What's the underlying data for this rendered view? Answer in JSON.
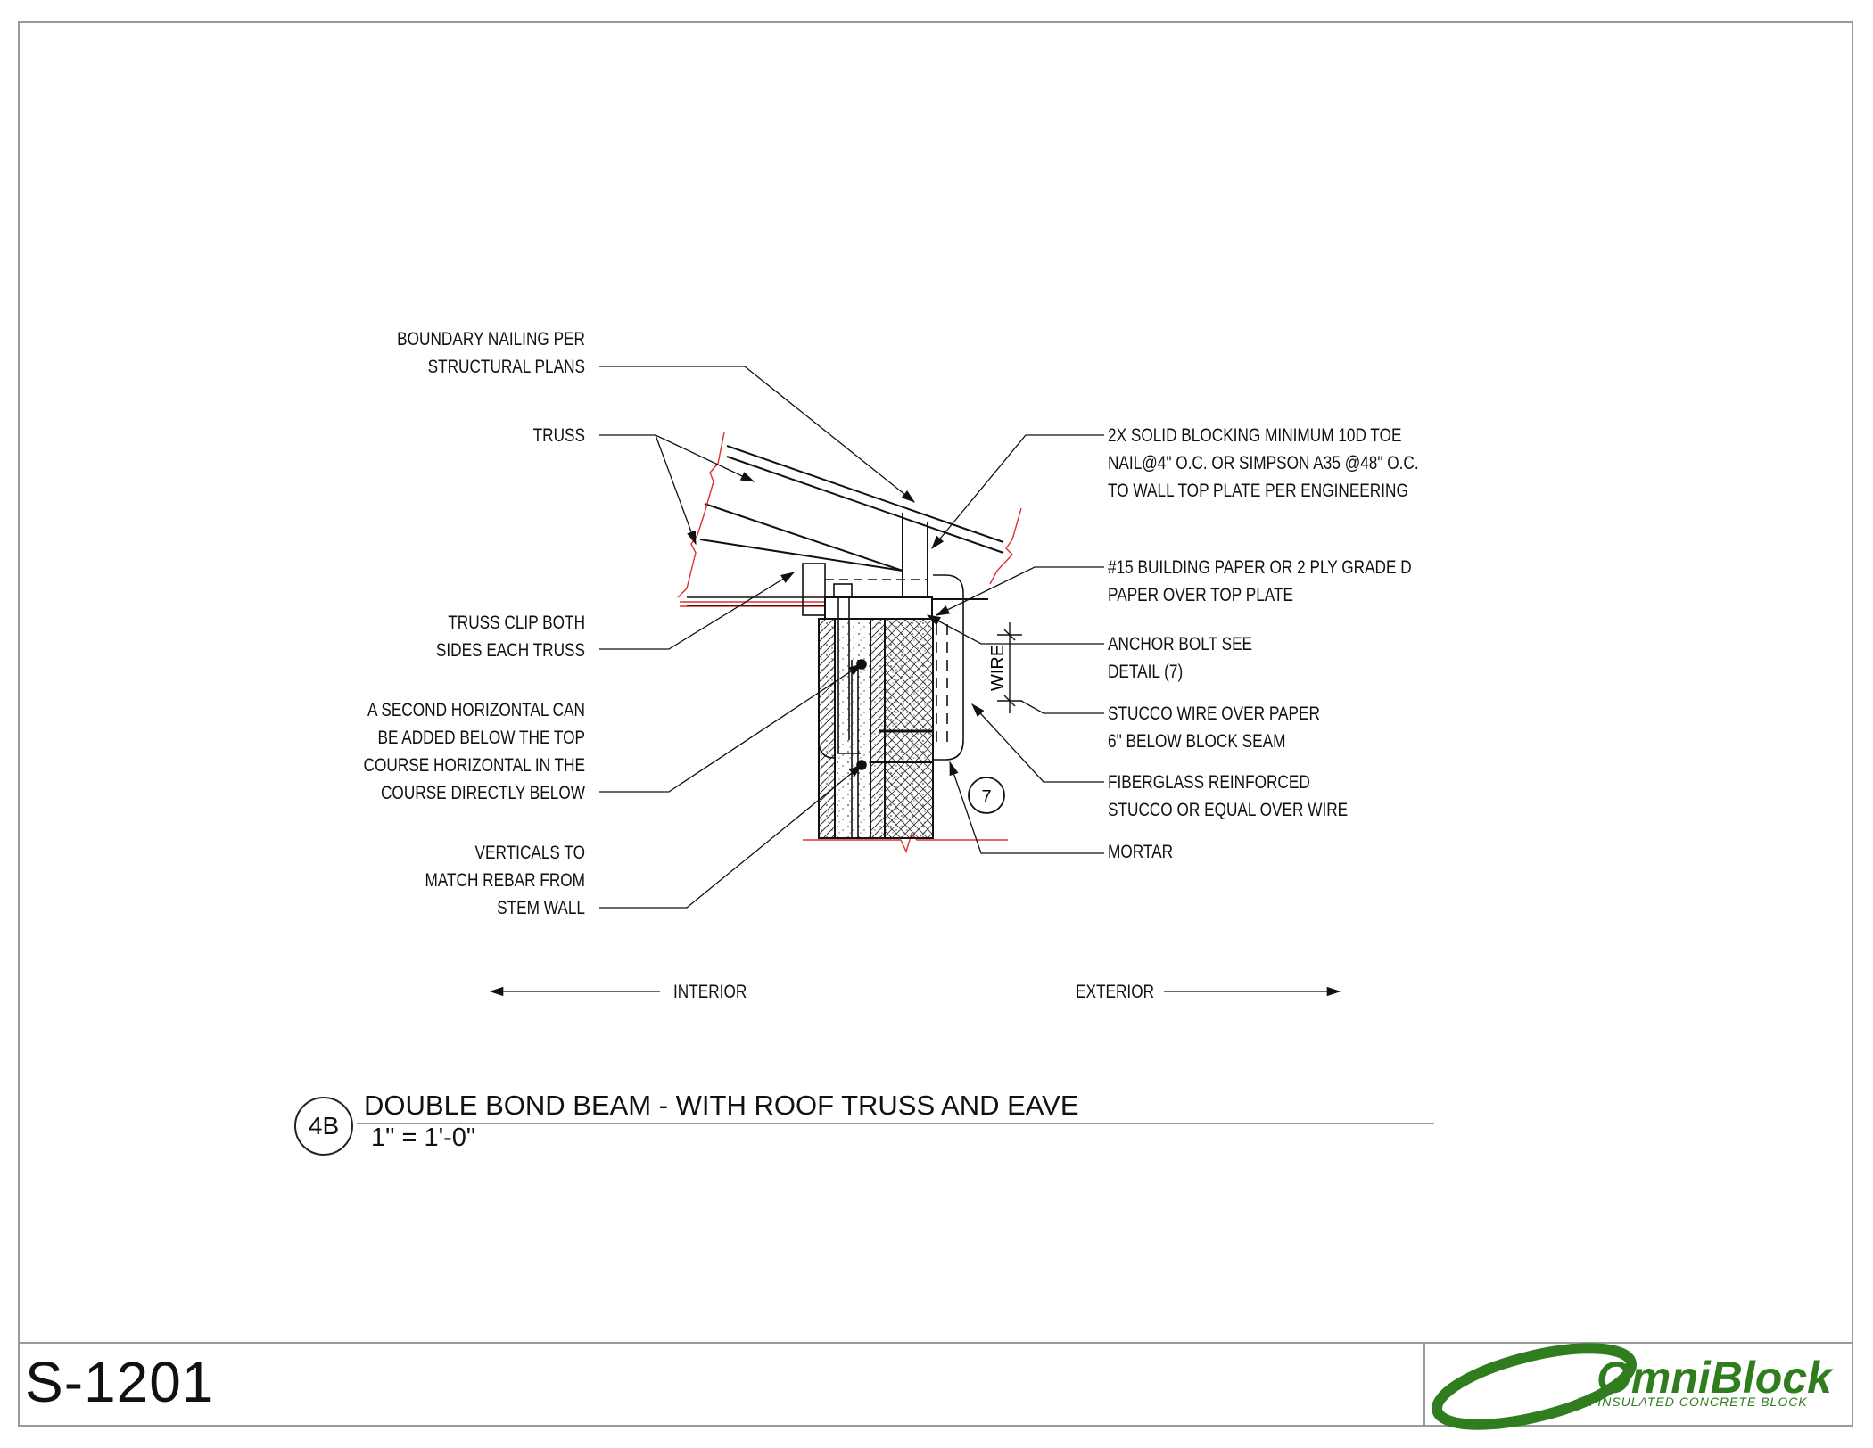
{
  "sheet": {
    "number": "S-1201"
  },
  "detail": {
    "number": "4B",
    "title": "DOUBLE BOND BEAM - WITH ROOF TRUSS AND EAVE",
    "scale": "1\" = 1'-0\""
  },
  "callouts": {
    "boundary_nailing": "BOUNDARY NAILING PER\nSTRUCTURAL PLANS",
    "truss": "TRUSS",
    "truss_clip": "TRUSS CLIP BOTH\nSIDES EACH TRUSS",
    "second_horizontal": "A SECOND HORIZONTAL CAN\nBE ADDED BELOW THE TOP\nCOURSE HORIZONTAL IN THE\nCOURSE DIRECTLY BELOW",
    "verticals": "VERTICALS TO\nMATCH REBAR FROM\nSTEM WALL",
    "solid_blocking": "2X SOLID BLOCKING MINIMUM 10D TOE\nNAIL@4\" O.C. OR SIMPSON A35 @48\" O.C.\nTO WALL TOP PLATE PER ENGINEERING",
    "building_paper": "#15 BUILDING PAPER OR 2 PLY GRADE D\nPAPER OVER TOP PLATE",
    "anchor_bolt": "ANCHOR BOLT SEE\nDETAIL (7)",
    "stucco_wire": "STUCCO WIRE OVER PAPER\n6\" BELOW BLOCK SEAM",
    "fiberglass": "FIBERGLASS REINFORCED\nSTUCCO OR EQUAL OVER WIRE",
    "mortar": "MORTAR",
    "wire_dim": "WIRE",
    "bubble_ref": "7"
  },
  "orientation": {
    "interior": "INTERIOR",
    "exterior": "EXTERIOR"
  },
  "logo": {
    "name": "OmniBlock",
    "tagline": "AN INSULATED CONCRETE BLOCK",
    "color": "#2f7d1f"
  }
}
